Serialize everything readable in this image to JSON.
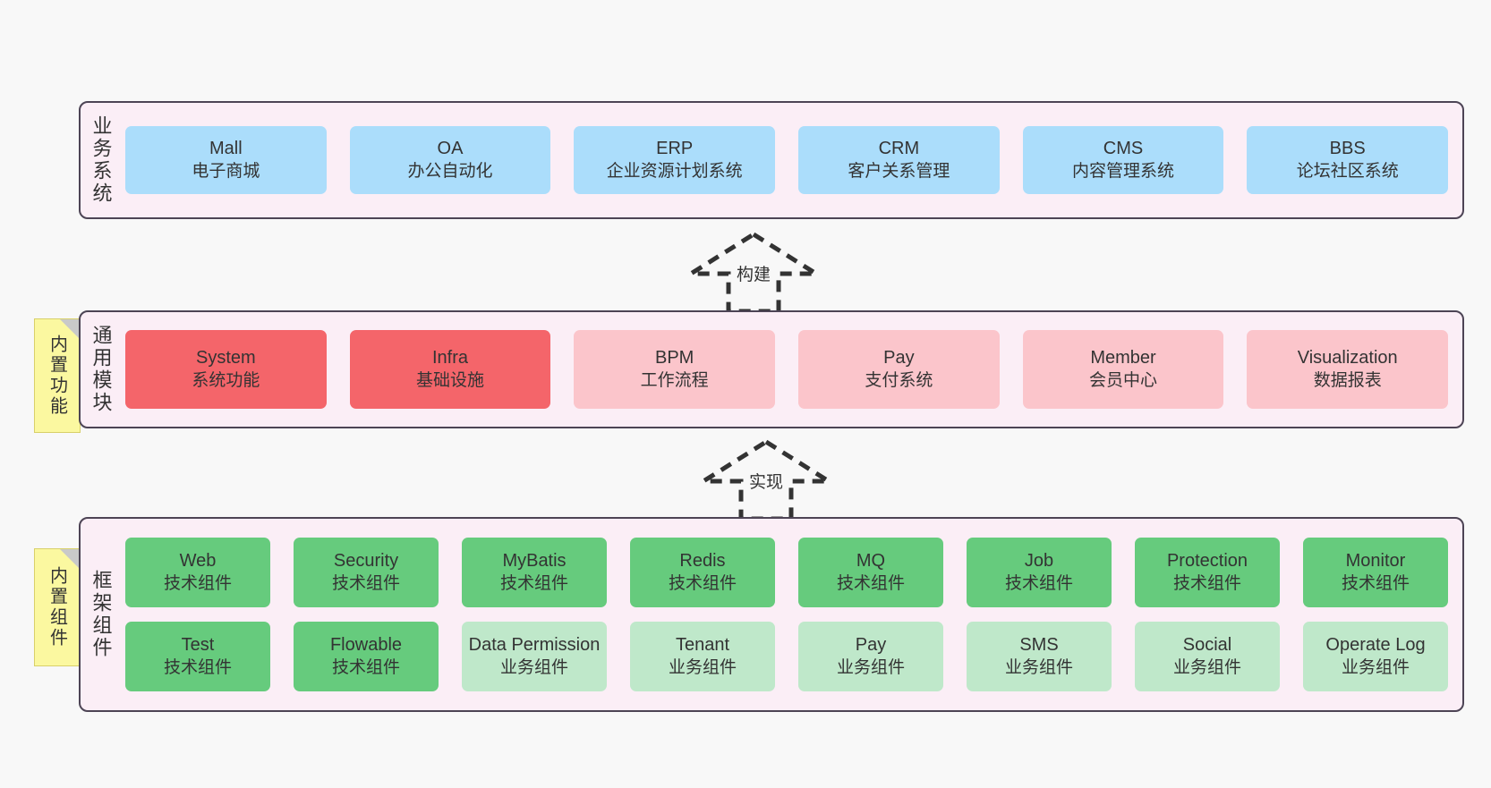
{
  "layers": [
    {
      "id": "business",
      "label": "业务系统",
      "rows": [
        {
          "cells": [
            {
              "name": "Mall",
              "desc": "电子商城",
              "color": "#abddfb"
            },
            {
              "name": "OA",
              "desc": "办公自动化",
              "color": "#abddfb"
            },
            {
              "name": "ERP",
              "desc": "企业资源计划系统",
              "color": "#abddfb"
            },
            {
              "name": "CRM",
              "desc": "客户关系管理",
              "color": "#abddfb"
            },
            {
              "name": "CMS",
              "desc": "内容管理系统",
              "color": "#abddfb"
            },
            {
              "name": "BBS",
              "desc": "论坛社区系统",
              "color": "#abddfb"
            }
          ]
        }
      ]
    },
    {
      "id": "modules",
      "label": "通用模块",
      "sticky": "内置功能",
      "rows": [
        {
          "cells": [
            {
              "name": "System",
              "desc": "系统功能",
              "color": "#f4656a"
            },
            {
              "name": "Infra",
              "desc": "基础设施",
              "color": "#f4656a"
            },
            {
              "name": "BPM",
              "desc": "工作流程",
              "color": "#fbc5cb"
            },
            {
              "name": "Pay",
              "desc": "支付系统",
              "color": "#fbc5cb"
            },
            {
              "name": "Member",
              "desc": "会员中心",
              "color": "#fbc5cb"
            },
            {
              "name": "Visualization",
              "desc": "数据报表",
              "color": "#fbc5cb"
            }
          ]
        }
      ]
    },
    {
      "id": "framework",
      "label": "框架组件",
      "sticky": "内置组件",
      "rows": [
        {
          "cells": [
            {
              "name": "Web",
              "desc": "技术组件",
              "color": "#66cb7d"
            },
            {
              "name": "Security",
              "desc": "技术组件",
              "color": "#66cb7d"
            },
            {
              "name": "MyBatis",
              "desc": "技术组件",
              "color": "#66cb7d"
            },
            {
              "name": "Redis",
              "desc": "技术组件",
              "color": "#66cb7d"
            },
            {
              "name": "MQ",
              "desc": "技术组件",
              "color": "#66cb7d"
            },
            {
              "name": "Job",
              "desc": "技术组件",
              "color": "#66cb7d"
            },
            {
              "name": "Protection",
              "desc": "技术组件",
              "color": "#66cb7d"
            },
            {
              "name": "Monitor",
              "desc": "技术组件",
              "color": "#66cb7d"
            }
          ]
        },
        {
          "cells": [
            {
              "name": "Test",
              "desc": "技术组件",
              "color": "#66cb7d"
            },
            {
              "name": "Flowable",
              "desc": "技术组件",
              "color": "#66cb7d"
            },
            {
              "name": "Data Permission",
              "desc": "业务组件",
              "color": "#bfe8ca"
            },
            {
              "name": "Tenant",
              "desc": "业务组件",
              "color": "#bfe8ca"
            },
            {
              "name": "Pay",
              "desc": "业务组件",
              "color": "#bfe8ca"
            },
            {
              "name": "SMS",
              "desc": "业务组件",
              "color": "#bfe8ca"
            },
            {
              "name": "Social",
              "desc": "业务组件",
              "color": "#bfe8ca"
            },
            {
              "name": "Operate Log",
              "desc": "业务组件",
              "color": "#bfe8ca"
            }
          ]
        }
      ]
    }
  ],
  "arrows": [
    {
      "id": "build",
      "label": "构建"
    },
    {
      "id": "impl",
      "label": "实现"
    }
  ],
  "colors": {
    "panel_bg": "#fbeef6",
    "panel_border": "#4d4455",
    "sticky_bg": "#fbf8a0",
    "sticky_fold": "#c9c9c9",
    "canvas_bg": "#f8f8f8",
    "arrow_stroke": "#333333"
  }
}
